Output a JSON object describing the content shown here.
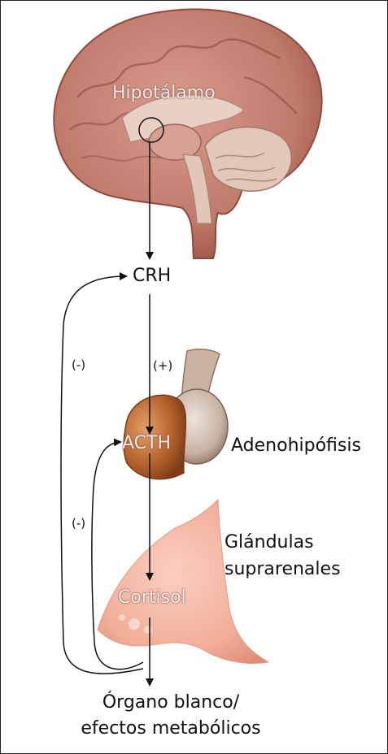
{
  "labels": {
    "hypothalamus": "Hipotálamo",
    "crh": "CRH",
    "acth": "ACTH",
    "adenohypophysis": "Adenohipófisis",
    "cortisol": "Cortisol",
    "adrenal_line1": "Glándulas",
    "adrenal_line2": "suprarenales",
    "target_line1": "Órgano blanco/",
    "target_line2": "efectos metabólicos"
  },
  "signs": {
    "feedback_crh": "(-)",
    "stimulation": "(+)",
    "feedback_acth": "(-)"
  },
  "colors": {
    "brain": "#c9877a",
    "brain_dark": "#8e4a3e",
    "pituitary": "#b4643a",
    "adrenal": "#f4b7a4",
    "arrow": "#111111"
  }
}
